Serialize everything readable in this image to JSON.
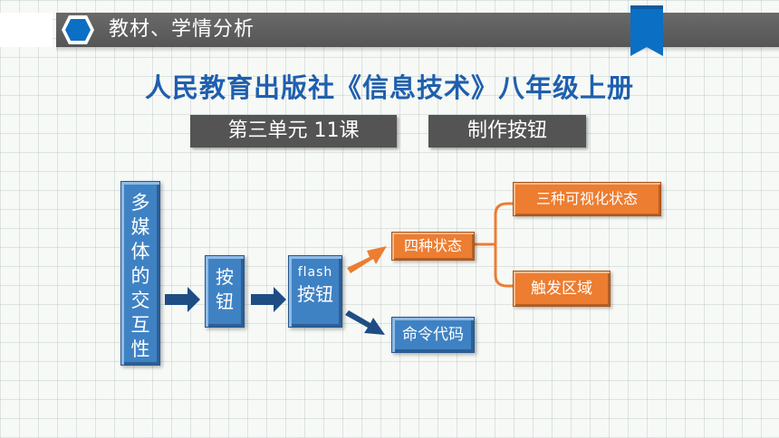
{
  "header": {
    "title": "教材、学情分析"
  },
  "main": {
    "title": "人民教育出版社《信息技术》八年级上册",
    "unit_label": "第三单元 11课",
    "lesson_label": "制作按钮"
  },
  "diagram": {
    "multimedia_chars": [
      "多",
      "媒",
      "体",
      "的",
      "交",
      "互",
      "性"
    ],
    "button_chars": [
      "按",
      "钮"
    ],
    "flash_word": "flash",
    "flash_button": "按钮",
    "four_states": "四种状态",
    "command_code": "命令代码",
    "visual_states": "三种可视化状态",
    "trigger_area": "触发区域"
  },
  "colors": {
    "header_gray": "#5e5e5e",
    "accent_blue": "#0b6fc4",
    "box_blue": "#3f82c4",
    "arrow_navy": "#1e4d84",
    "orange": "#ec7d31",
    "title_blue": "#1f5fae"
  }
}
